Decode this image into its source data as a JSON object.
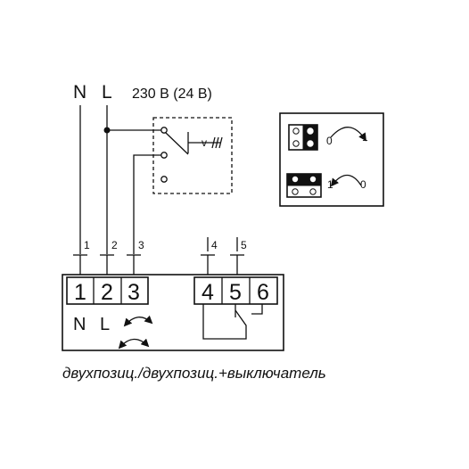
{
  "supply": {
    "neutral": "N",
    "line": "L",
    "voltage": "230 В (24 В)"
  },
  "wire_numbers": [
    "1",
    "2",
    "3",
    "4",
    "5"
  ],
  "terminals": [
    "1",
    "2",
    "3",
    "4",
    "5",
    "6"
  ],
  "actuator_labels": {
    "neutral": "N",
    "line": "L"
  },
  "switch_panel": {
    "top_from": "0",
    "top_to": "1",
    "bottom_from": "1",
    "bottom_to": "0"
  },
  "caption": "двухпозиц./двухпозиц.+выключатель"
}
